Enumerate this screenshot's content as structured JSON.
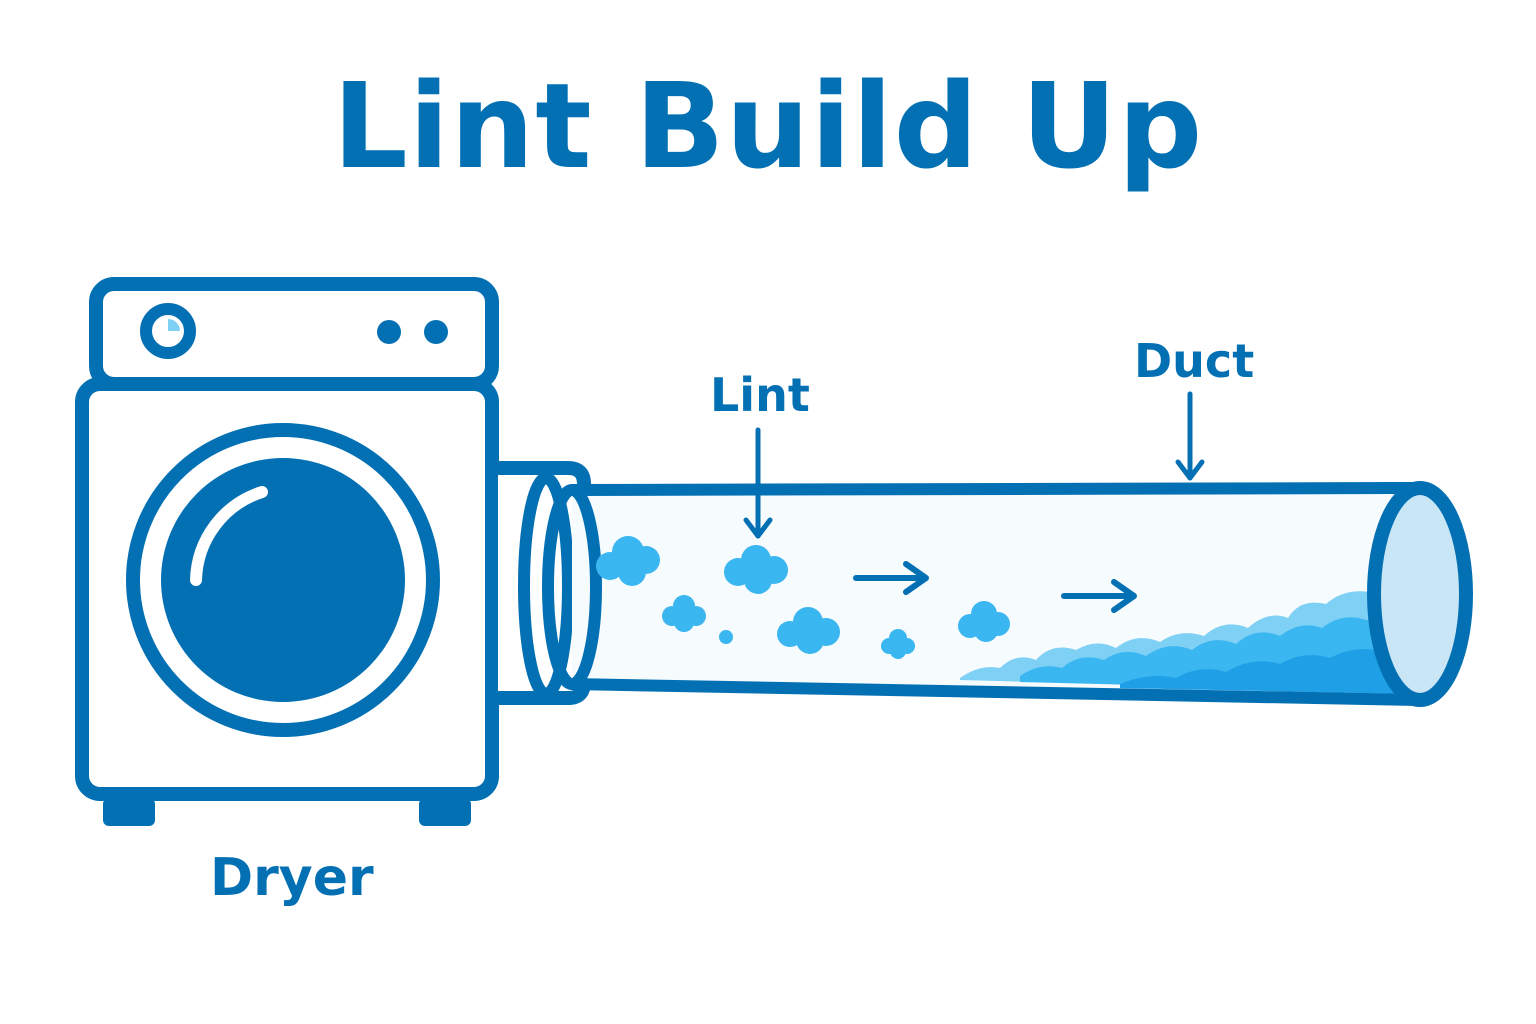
{
  "title": "Lint Build Up",
  "labels": {
    "lint": "Lint",
    "duct": "Duct",
    "dryer": "Dryer"
  },
  "colors": {
    "primary": "#0470b4",
    "lint": "#3ab6f0",
    "lint_dark": "#1f9fe6",
    "lint_light": "#7fd0f5",
    "duct_opening": "#c8e6f5",
    "background": "#ffffff"
  },
  "icons": {
    "dryer": "dryer-icon",
    "duct": "duct-pipe-icon",
    "lint": "lint-cloud-icon",
    "flow": "arrow-right-icon",
    "pointer": "arrow-down-icon"
  }
}
